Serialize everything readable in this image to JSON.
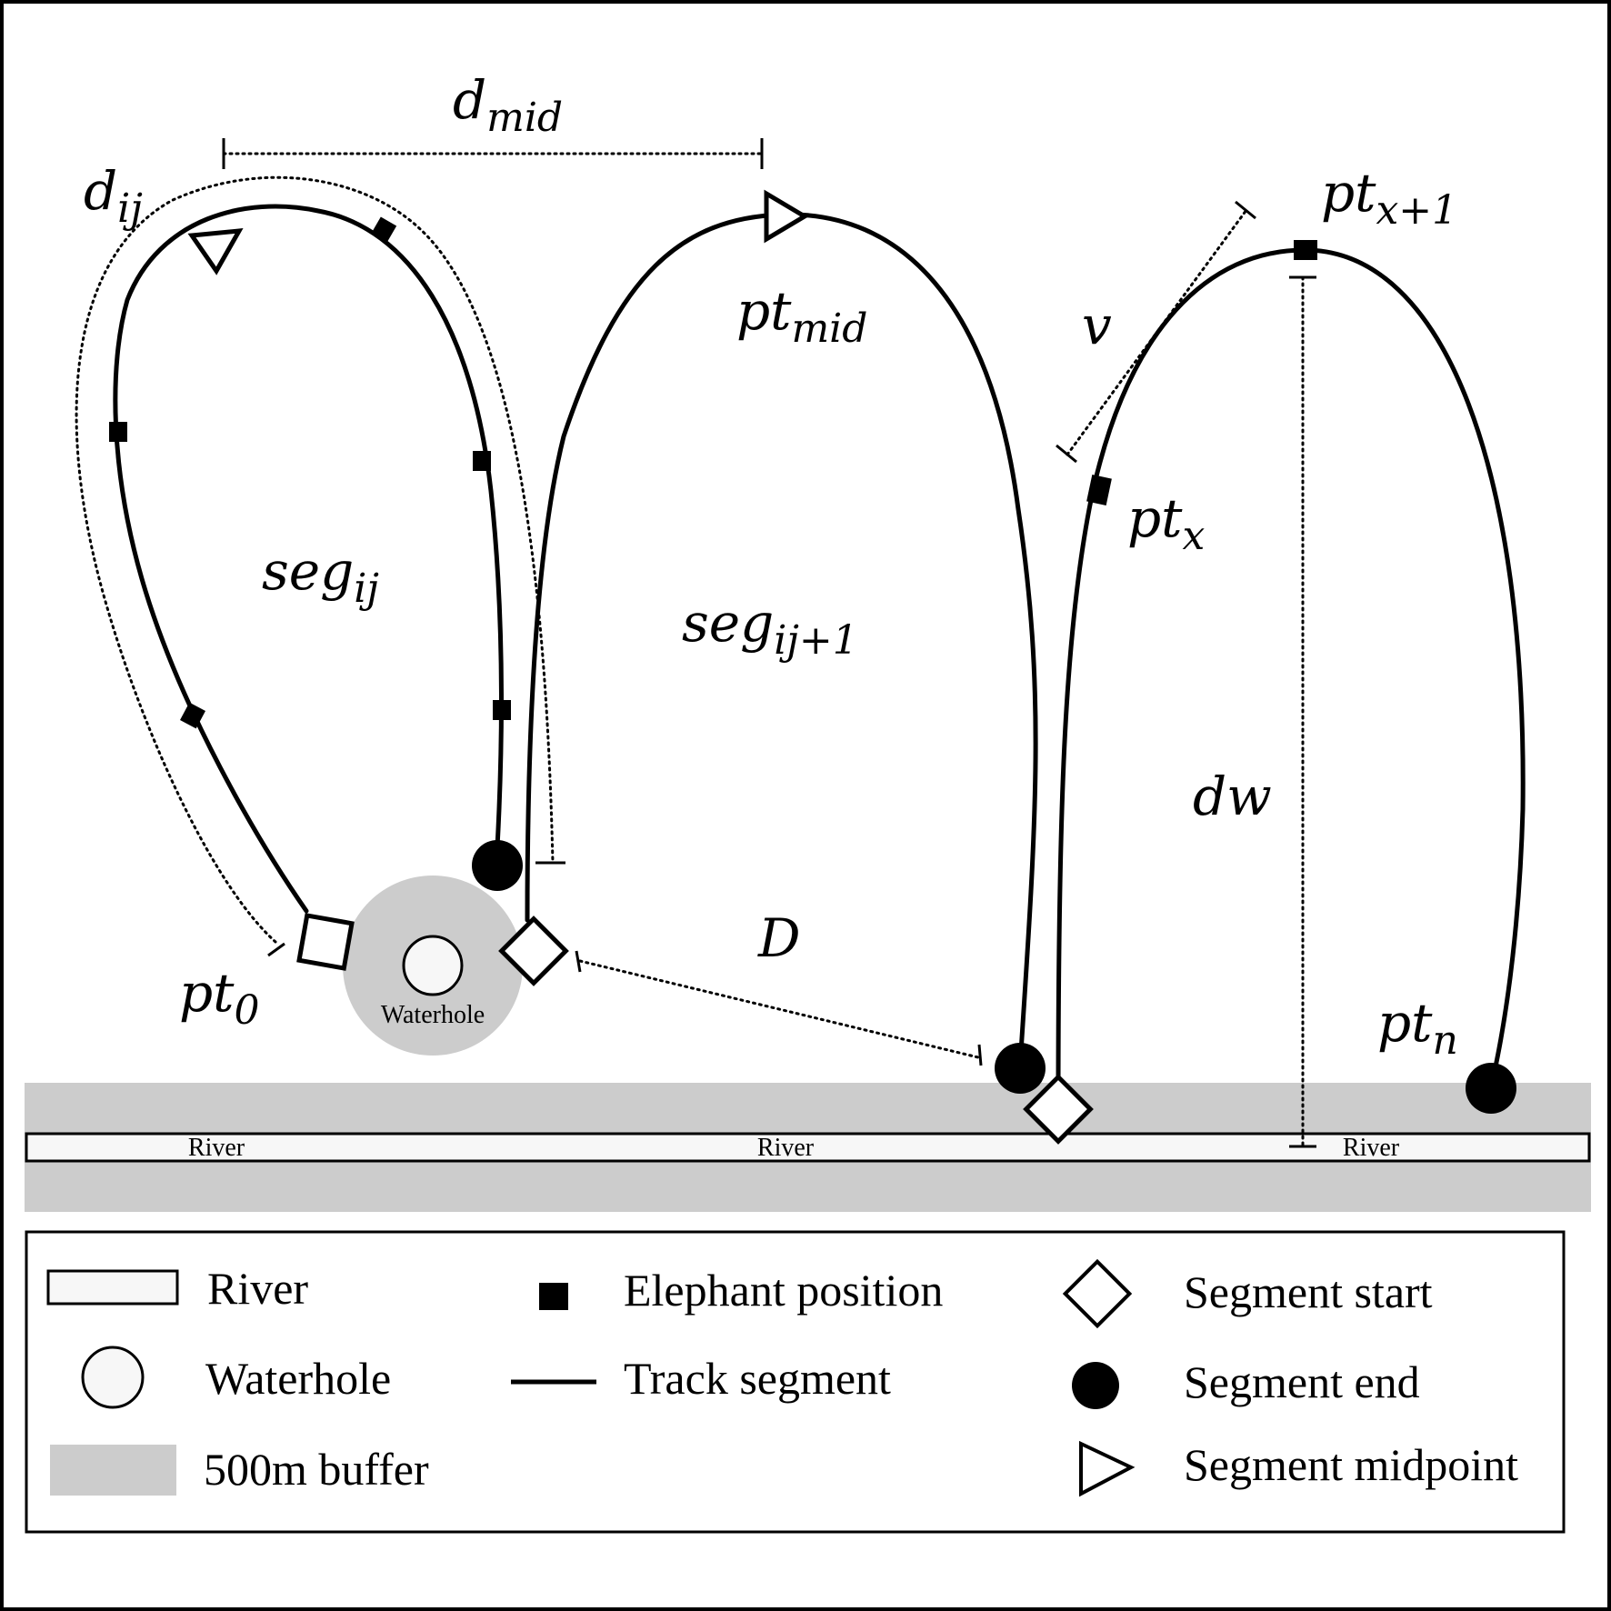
{
  "labels": {
    "d_ij": {
      "base": "d",
      "sub": "ij"
    },
    "d_mid": {
      "base": "d",
      "sub": "mid"
    },
    "seg_ij": {
      "base": "seg",
      "sub": "ij"
    },
    "seg_ij1": {
      "base": "seg",
      "sub": "ij+1"
    },
    "pt_mid": {
      "base": "pt",
      "sub": "mid"
    },
    "pt_0": {
      "base": "pt",
      "sub": "0"
    },
    "pt_x": {
      "base": "pt",
      "sub": "x"
    },
    "pt_x1": {
      "base": "pt",
      "sub": "x+1"
    },
    "pt_n": {
      "base": "pt",
      "sub": "n"
    },
    "v": "v",
    "D": "D",
    "dw": "dw",
    "waterhole": "Waterhole",
    "river": "River"
  },
  "legend": {
    "river": "River",
    "waterhole": "Waterhole",
    "buffer": "500m buffer",
    "elephant_position": "Elephant position",
    "track_segment": "Track segment",
    "segment_start": "Segment start",
    "segment_end": "Segment end",
    "segment_midpoint": "Segment midpoint"
  },
  "colors": {
    "buffer": "#cccccc",
    "river": "#f7f7f7",
    "waterhole": "#f7f7f7",
    "stroke": "#000000"
  }
}
